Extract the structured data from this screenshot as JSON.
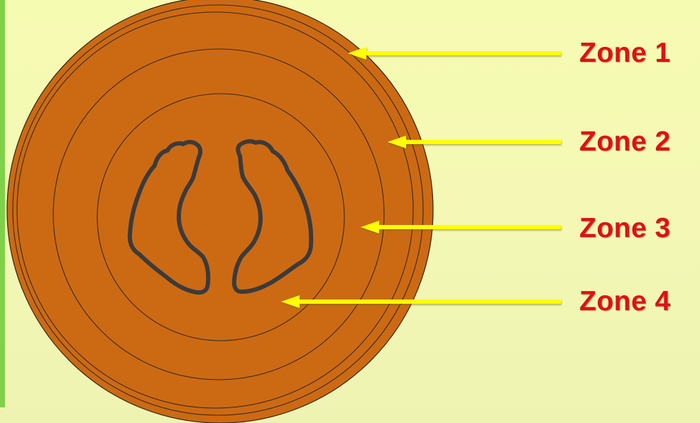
{
  "colors": {
    "background": "#f4f8b4",
    "accent_bar": "#7fd14a",
    "disc_fill": "#cc6a14",
    "ring_stroke": "#3a2a1a",
    "organ_outline": "#3b3b3b",
    "arrow": "#ffff00",
    "label": "#dd1212"
  },
  "zones": [
    {
      "label": "Zone 1"
    },
    {
      "label": "Zone 2"
    },
    {
      "label": "Zone 3"
    },
    {
      "label": "Zone 4"
    }
  ]
}
